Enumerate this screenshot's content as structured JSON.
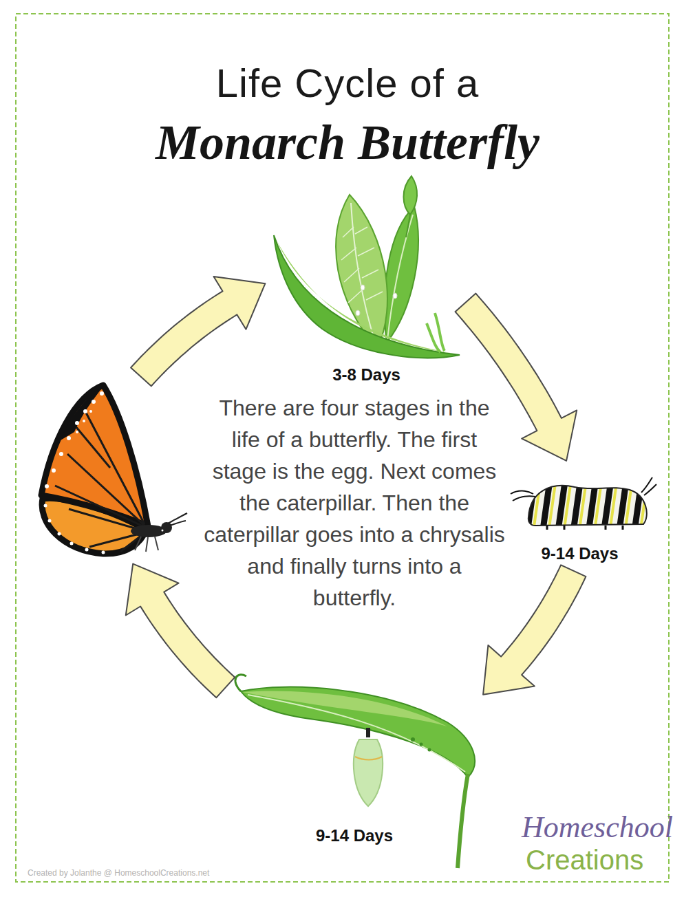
{
  "diagram": {
    "title": "Life Cycle of a Monarch Butterfly",
    "nodes": [
      {
        "text": [
          "3-8 Days"
        ]
      },
      {
        "text": [
          "9-14 Days"
        ]
      },
      {
        "text": [
          "9-14 Days"
        ]
      },
      {
        "text": []
      }
    ],
    "edges": [
      {
        "from": 0,
        "to": 1,
        "arrow": "to"
      },
      {
        "from": 1,
        "to": 2,
        "arrow": "to"
      },
      {
        "from": 2,
        "to": 3,
        "arrow": "to"
      },
      {
        "from": 3,
        "to": 0,
        "arrow": "to"
      }
    ],
    "labels": [
      "There are four stages in the life of a butterfly. The first stage is the egg. Next comes the caterpillar. Then the caterpillar goes into a chrysalis and finally turns into a butterfly.",
      "Created by Jolanthe @ HomeschoolCreations.net",
      "Homeschool",
      "Creations"
    ]
  }
}
